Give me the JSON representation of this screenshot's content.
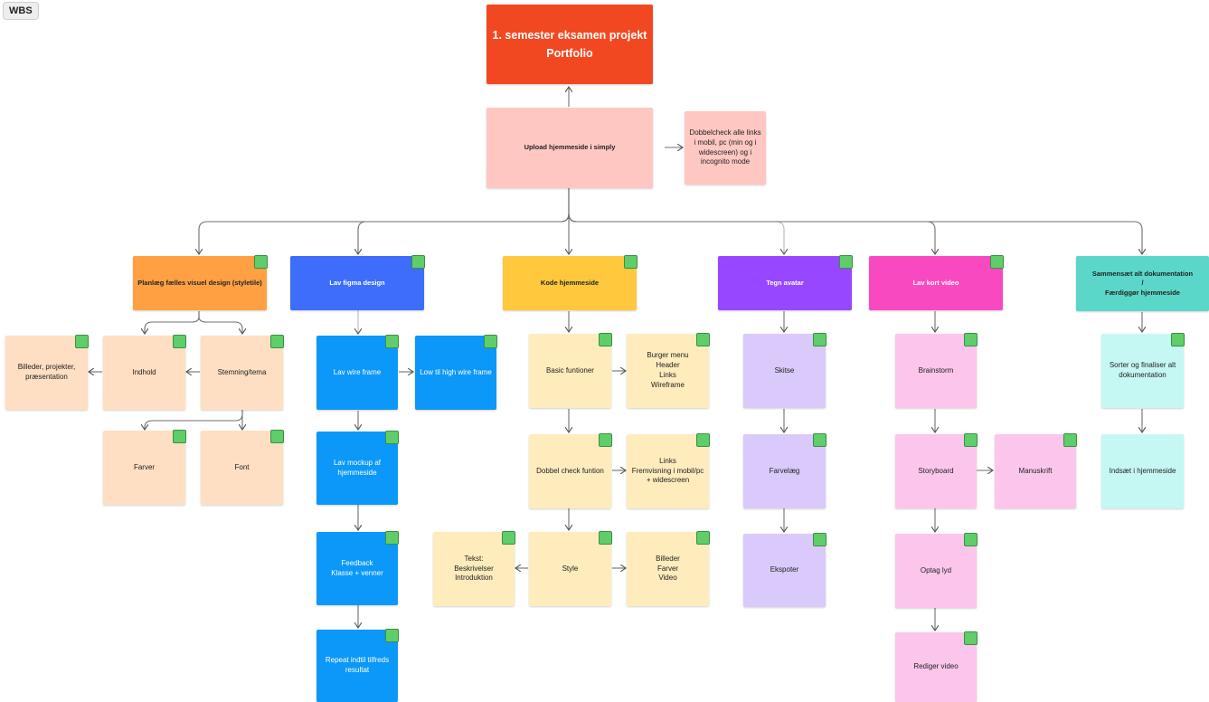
{
  "frame": {
    "label": "WBS"
  },
  "colors": {
    "root": "#f24822",
    "upload": "#ffc7c2",
    "design": "#ffa043",
    "design_child": "#ffdfc3",
    "figma": "#3d6dfa",
    "figma_child": "#0c98f8",
    "code": "#ffc83d",
    "code_child": "#ffecbc",
    "avatar": "#9747ff",
    "avatar_child": "#dac9fb",
    "video": "#f849c1",
    "video_child": "#fcc6ec",
    "docs": "#5bd7c9",
    "docs_child": "#c5f8f2",
    "check": "#5fce6a",
    "line": "#7a7a7a"
  },
  "nodes": {
    "root": {
      "label": "1. semester eksamen projekt\nPortfolio"
    },
    "upload": {
      "label": "Upload hjemmeside i simply"
    },
    "dobbelcheck": {
      "label": "Dobbelcheck alle links i mobil, pc (min og i widescreen) og i incognito mode"
    },
    "design": {
      "label": "Planlæg fælles visuel design (styletile)"
    },
    "indhold": {
      "label": "Indhold"
    },
    "stemning": {
      "label": "Stemning/tema"
    },
    "billeder_proj": {
      "label": "Billeder, projekter, præsentation"
    },
    "farver": {
      "label": "Farver"
    },
    "font": {
      "label": "Font"
    },
    "figma": {
      "label": "Lav figma design"
    },
    "wire": {
      "label": "Lav wire frame"
    },
    "highwire": {
      "label": "Low til high wire frame"
    },
    "mockup": {
      "label": "Lav mockup af hjemmeside"
    },
    "feedback": {
      "label": "Feedback\nKlasse + venner"
    },
    "repeat": {
      "label": "Repeat indtil tilfreds resultat"
    },
    "code": {
      "label": "Kode hjemmeside"
    },
    "basic": {
      "label": "Basic funtioner"
    },
    "burger": {
      "label": "Burger menu\nHeader\nLinks\nWireframe"
    },
    "dobbelfun": {
      "label": "Dobbel check funtion"
    },
    "links_frem": {
      "label": "Links\nFremvisning i mobil/pc + widescreen"
    },
    "style": {
      "label": "Style"
    },
    "tekst": {
      "label": "Tekst:\nBeskrivelser\nIntroduktion"
    },
    "billeder_fv": {
      "label": "Billeder\nFarver\nVideo"
    },
    "avatar": {
      "label": "Tegn avatar"
    },
    "skitse": {
      "label": "Skitse"
    },
    "farvelaeg": {
      "label": "Farvelæg"
    },
    "ekspoter": {
      "label": "Ekspoter"
    },
    "video": {
      "label": "Lav kort video"
    },
    "brainstorm": {
      "label": "Brainstorm"
    },
    "storyboard": {
      "label": "Storyboard"
    },
    "manuskrift": {
      "label": "Manuskrift"
    },
    "optag": {
      "label": "Optag lyd"
    },
    "rediger": {
      "label": "Rediger video"
    },
    "docs": {
      "label": "Sammensæt alt dokumentation\n/\nFærdiggør hjemmeside"
    },
    "sorter": {
      "label": "Sorter og finaliser alt dokumentation"
    },
    "indsaet": {
      "label": "Indsæt i hjemmeside"
    }
  }
}
